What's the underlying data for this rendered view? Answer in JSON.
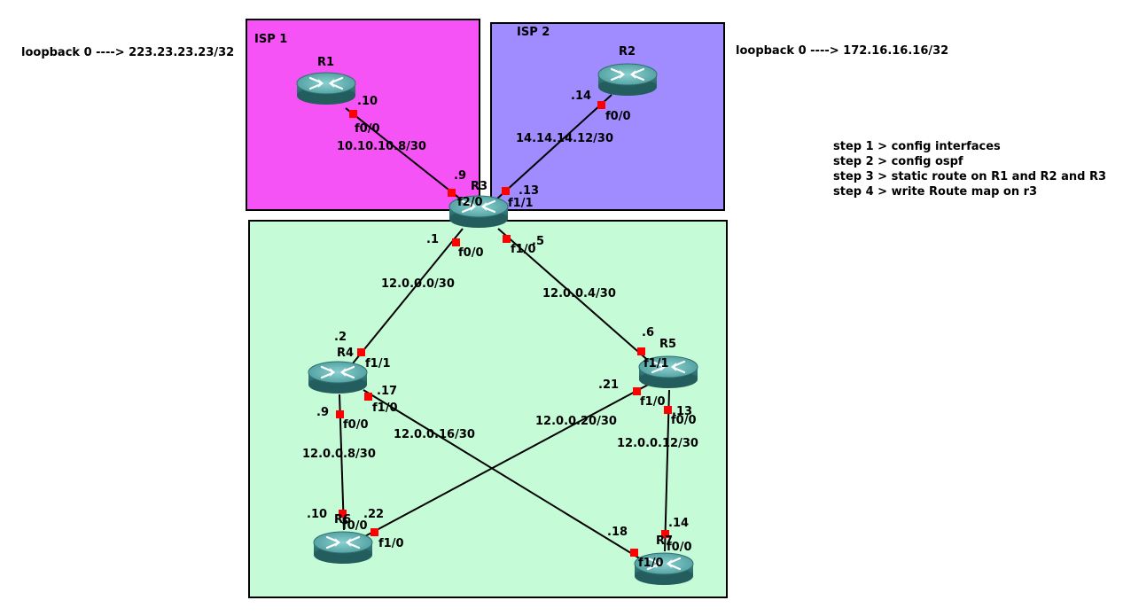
{
  "areas": {
    "isp1": {
      "title": "ISP 1",
      "color": "#f553f5"
    },
    "isp2": {
      "title": "ISP 2",
      "color": "#a08bff"
    },
    "core": {
      "color": "#c6fbd8"
    }
  },
  "loopbacks": {
    "r1": "loopback  0  ----> 223.23.23.23/32",
    "r2": "loopback  0  ----> 172.16.16.16/32"
  },
  "steps": [
    "step 1 > config interfaces",
    "step 2 > config ospf",
    "step 3 > static route on R1 and R2 and R3",
    "step 4 > write Route map on r3"
  ],
  "routers": {
    "r1": "R1",
    "r2": "R2",
    "r3": "R3",
    "r4": "R4",
    "r5": "R5",
    "r6": "R6",
    "r7": "R7"
  },
  "subnets": {
    "r1_r3": "10.10.10.8/30",
    "r2_r3": "14.14.14.12/30",
    "r3_r4": "12.0.0.0/30",
    "r3_r5": "12.0.0.4/30",
    "r4_r6": "12.0.0.8/30",
    "r4_r7": "12.0.0.16/30",
    "r5_r6": "12.0.0.20/30",
    "r5_r7": "12.0.0.12/30"
  },
  "hosts": {
    "r1": ".10",
    "r2": ".14",
    "r3_to_r1": ".9",
    "r3_to_r2": ".13",
    "r3_to_r4": ".1",
    "r3_to_r5": ".5",
    "r4_to_r3": ".2",
    "r4_to_r7": ".17",
    "r4_to_r6": ".9",
    "r5_to_r3": ".6",
    "r5_to_r6": ".21",
    "r5_to_r7": ".13",
    "r6_to_r4": ".10",
    "r6_to_r5": ".22",
    "r7_to_r4": ".18",
    "r7_to_r5": ".14"
  },
  "interfaces": {
    "r1_f00": "f0/0",
    "r2_f00": "f0/0",
    "r3_f20": "f2/0",
    "r3_f11": "f1/1",
    "r3_f00": "f0/0",
    "r3_f10": "f1/0",
    "r4_f11": "f1/1",
    "r4_f10": "f1/0",
    "r4_f00": "f0/0",
    "r5_f11": "f1/1",
    "r5_f10": "f1/0",
    "r5_f00": "f0/0",
    "r6_f00": "f0/0",
    "r6_f10": "f1/0",
    "r7_f00": "f0/0",
    "r7_f10": "f1/0"
  }
}
